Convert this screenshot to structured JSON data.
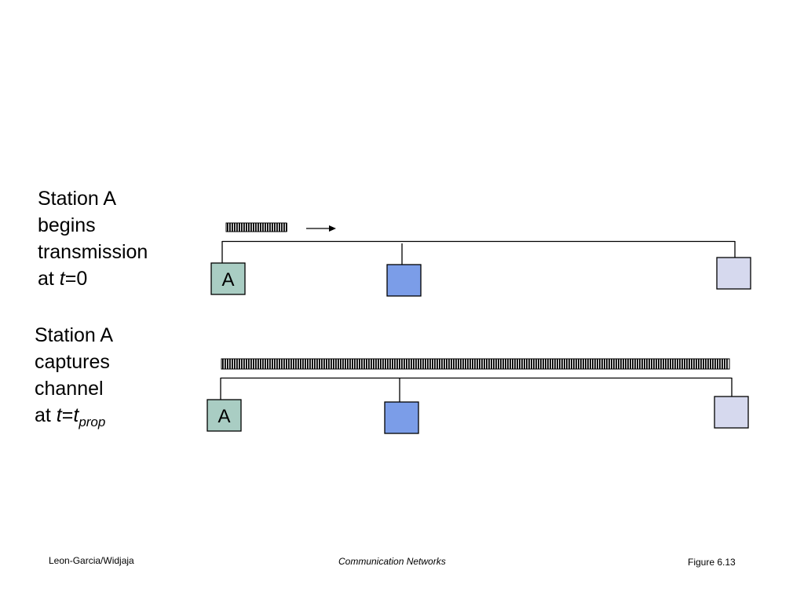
{
  "panels": [
    {
      "caption": {
        "line1": "Station A",
        "line2": "begins",
        "line3": "transmission",
        "line4_prefix": "at ",
        "line4_var": "t",
        "line4_eq": "=0"
      },
      "station_a_label": "A",
      "signal_fraction": 0.12,
      "shows_arrow": true
    },
    {
      "caption": {
        "line1": "Station A",
        "line2": "captures",
        "line3": "channel",
        "line4_prefix": "at ",
        "line4_var": "t",
        "line4_eq": "=",
        "line4_var2": "t",
        "line4_sub": "prop"
      },
      "station_a_label": "A",
      "signal_fraction": 1.0,
      "shows_arrow": false
    }
  ],
  "colors": {
    "station_a": "#a9cdc3",
    "station_middle": "#7b9de8",
    "station_right": "#d6d9ee",
    "line": "#000000"
  },
  "footer": {
    "left": "Leon-Garcia/Widjaja",
    "center": "Communication Networks",
    "right": "Figure 6.13"
  }
}
